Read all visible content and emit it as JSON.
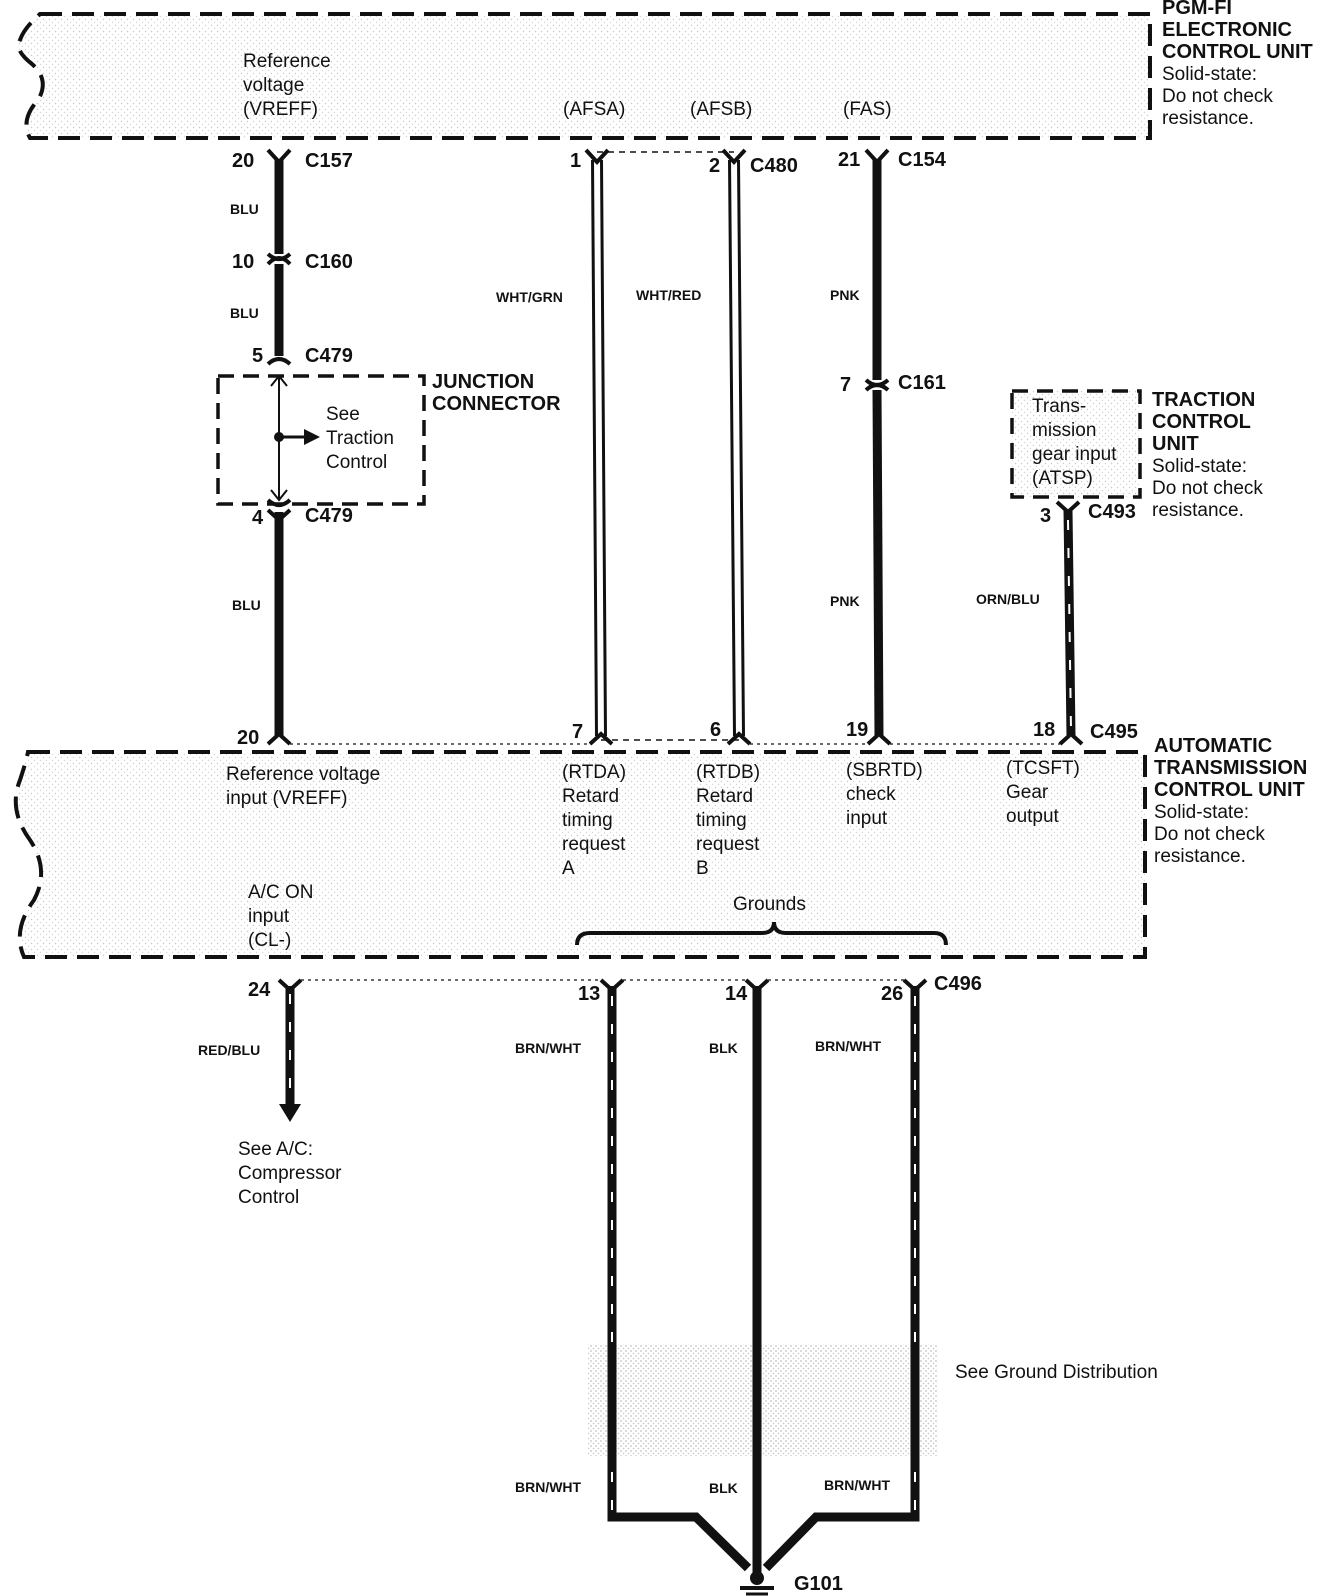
{
  "pgmfi": {
    "title_1": "PGM-FI",
    "title_2": "ELECTRONIC",
    "title_3": "CONTROL UNIT",
    "note_1": "Solid-state:",
    "note_2": "Do not check",
    "note_3": "resistance.",
    "ref_1": "Reference",
    "ref_2": "voltage",
    "ref_3": "(VREFF)",
    "afsa": "(AFSA)",
    "afsb": "(AFSB)",
    "fas": "(FAS)"
  },
  "junction": {
    "title_1": "JUNCTION",
    "title_2": "CONNECTOR",
    "see_1": "See",
    "see_2": "Traction",
    "see_3": "Control"
  },
  "tcu": {
    "title_1": "TRACTION",
    "title_2": "CONTROL",
    "title_3": "UNIT",
    "note_1": "Solid-state:",
    "note_2": "Do not check",
    "note_3": "resistance.",
    "input_1": "Trans-",
    "input_2": "mission",
    "input_3": "gear input",
    "input_4": "(ATSP)"
  },
  "atcu": {
    "title_1": "AUTOMATIC",
    "title_2": "TRANSMISSION",
    "title_3": "CONTROL UNIT",
    "note_1": "Solid-state:",
    "note_2": "Do not check",
    "note_3": "resistance.",
    "ref_1": "Reference  voltage",
    "ref_2": "input (VREFF)",
    "rtda_1": "(RTDA)",
    "rtda_2": "Retard",
    "rtda_3": "timing",
    "rtda_4": "request",
    "rtda_5": "A",
    "rtdb_1": "(RTDB)",
    "rtdb_2": "Retard",
    "rtdb_3": "timing",
    "rtdb_4": "request",
    "rtdb_5": "B",
    "sbrtd_1": "(SBRTD)",
    "sbrtd_2": "check",
    "sbrtd_3": "input",
    "tcsft_1": "(TCSFT)",
    "tcsft_2": "Gear",
    "tcsft_3": "output",
    "ac_1": "A/C ON",
    "ac_2": "input",
    "ac_3": "(CL-)",
    "grounds": "Grounds"
  },
  "connectors": {
    "c157": "C157",
    "c160": "C160",
    "c479a": "C479",
    "c479b": "C479",
    "c480": "C480",
    "c154": "C154",
    "c161": "C161",
    "c493": "C493",
    "c495": "C495",
    "c496": "C496",
    "g101": "G101"
  },
  "pins": {
    "p20a": "20",
    "p10": "10",
    "p5": "5",
    "p4": "4",
    "p20b": "20",
    "p1": "1",
    "p7a": "7",
    "p2": "2",
    "p6": "6",
    "p21": "21",
    "p7b": "7",
    "p19": "19",
    "p3": "3",
    "p18": "18",
    "p24": "24",
    "p13": "13",
    "p14": "14",
    "p26": "26"
  },
  "wires": {
    "blu1": "BLU",
    "blu2": "BLU",
    "blu3": "BLU",
    "wht_grn": "WHT/GRN",
    "wht_red": "WHT/RED",
    "pnk1": "PNK",
    "pnk2": "PNK",
    "orn_blu": "ORN/BLU",
    "red_blu": "RED/BLU",
    "brn_wht1": "BRN/WHT",
    "blk1": "BLK",
    "brn_wht2": "BRN/WHT",
    "brn_wht3": "BRN/WHT",
    "blk2": "BLK",
    "brn_wht4": "BRN/WHT"
  },
  "refs": {
    "ac_1": "See A/C:",
    "ac_2": "Compressor",
    "ac_3": "Control",
    "ground": "See Ground Distribution"
  }
}
